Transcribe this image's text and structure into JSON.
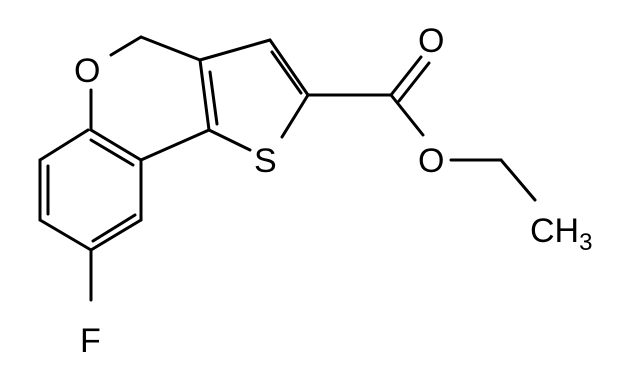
{
  "colors": {
    "background": "#ffffff",
    "ink": "#000000"
  },
  "atoms": {
    "ring_oxygen": "O",
    "sulfur": "S",
    "carbonyl_oxygen": "O",
    "ester_oxygen": "O",
    "fluorine": "F",
    "methyl": {
      "main": "CH",
      "subscript": "3"
    }
  }
}
